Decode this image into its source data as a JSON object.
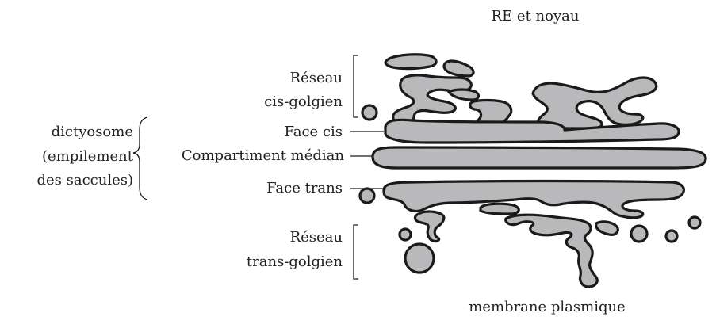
{
  "top_label": "RE et noyau",
  "bottom_label": "membrane plasmique",
  "dictyosome": {
    "line1": "dictyosome",
    "line2": "(empilement",
    "line3": "des saccules)"
  },
  "labels": {
    "reseau_cis_1": "Réseau",
    "reseau_cis_2": "cis-golgien",
    "face_cis": "Face cis",
    "compartiment_median": "Compartiment médian",
    "face_trans": "Face trans",
    "reseau_trans_1": "Réseau",
    "reseau_trans_2": "trans-golgien"
  },
  "colors": {
    "membrane_fill": "#b9b9bb",
    "outline": "#1a1a1a"
  }
}
